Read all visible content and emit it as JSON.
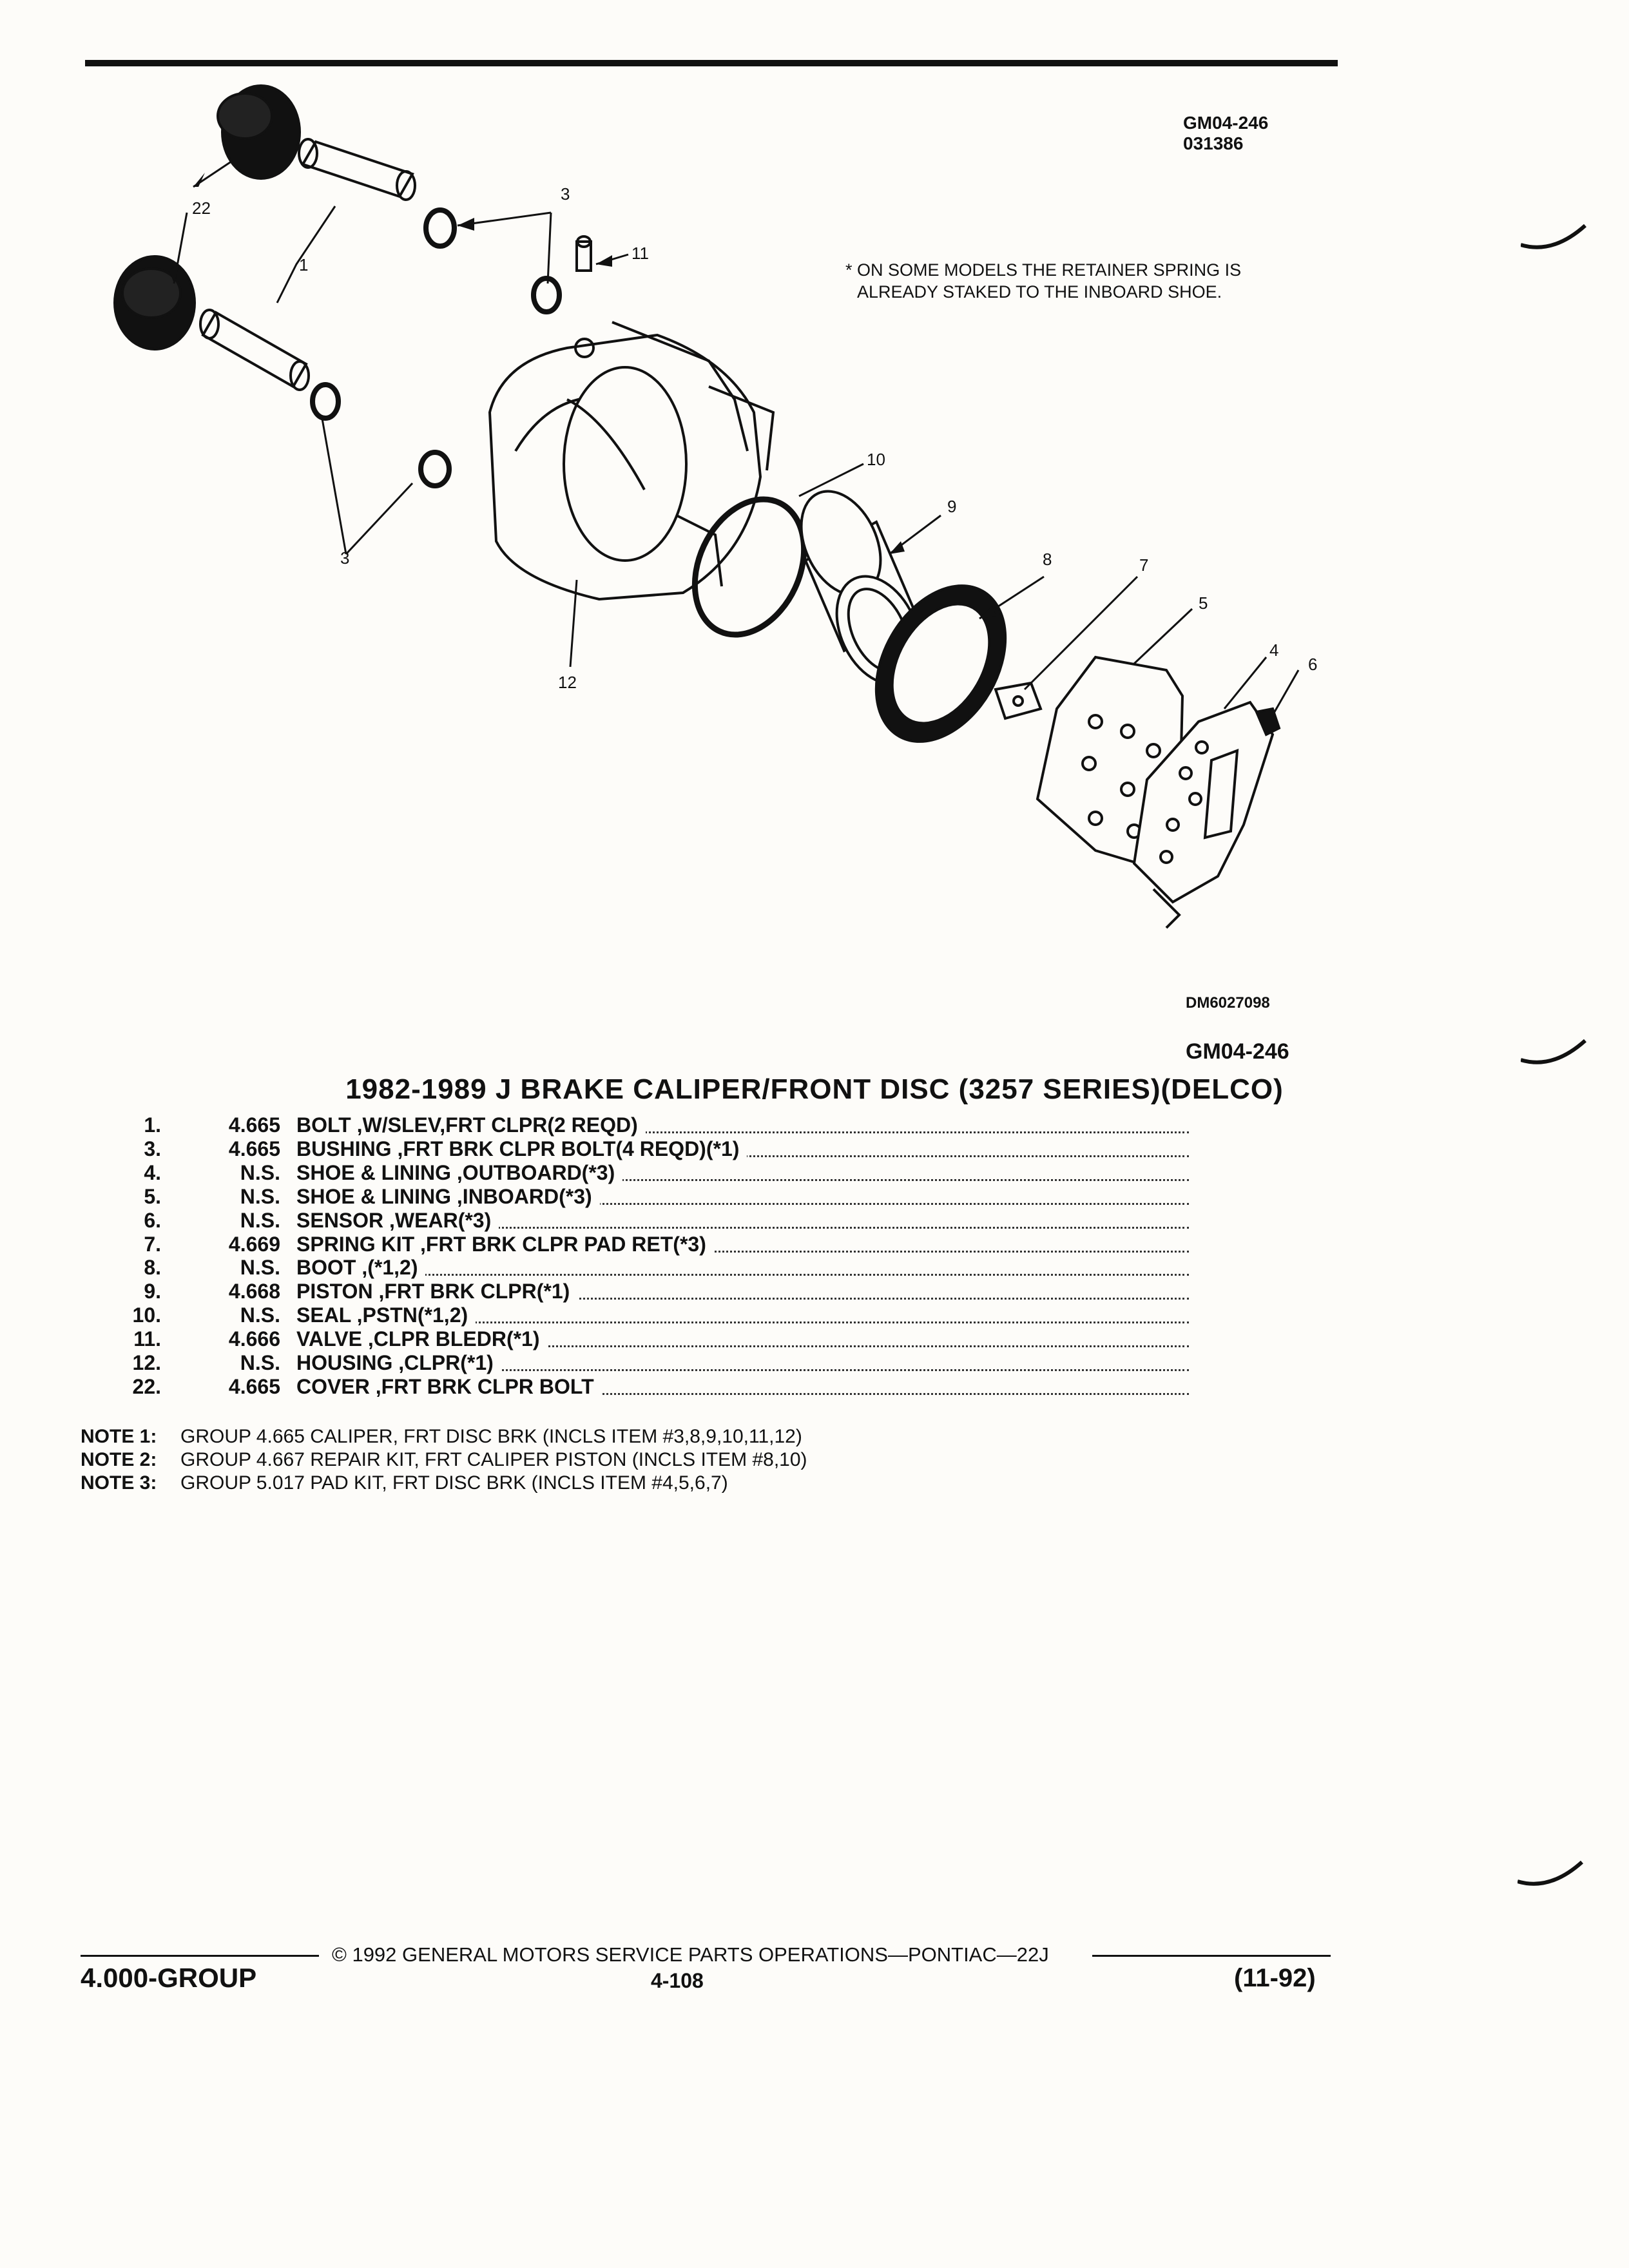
{
  "diagram": {
    "code_top": "GM04-246",
    "code_sub": "031386",
    "asterisk_note": [
      "* ON SOME MODELS THE RETAINER SPRING IS",
      "ALREADY STAKED TO THE INBOARD SHOE."
    ],
    "drawing_id": "DM6027098",
    "code_bottom": "GM04-246",
    "callouts": [
      "22",
      "1",
      "3",
      "11",
      "3",
      "10",
      "9",
      "8",
      "7",
      "5",
      "4",
      "6",
      "12"
    ]
  },
  "title": "1982-1989 J BRAKE CALIPER/FRONT DISC (3257 SERIES)(DELCO)",
  "parts": [
    {
      "num": "1.",
      "group": "4.665",
      "desc": "BOLT ,W/SLEV,FRT CLPR(2 REQD)"
    },
    {
      "num": "3.",
      "group": "4.665",
      "desc": "BUSHING ,FRT BRK CLPR BOLT(4 REQD)(*1)"
    },
    {
      "num": "4.",
      "group": "N.S.",
      "desc": "SHOE & LINING ,OUTBOARD(*3)"
    },
    {
      "num": "5.",
      "group": "N.S.",
      "desc": "SHOE & LINING ,INBOARD(*3)"
    },
    {
      "num": "6.",
      "group": "N.S.",
      "desc": "SENSOR ,WEAR(*3)"
    },
    {
      "num": "7.",
      "group": "4.669",
      "desc": "SPRING KIT ,FRT BRK CLPR PAD RET(*3)"
    },
    {
      "num": "8.",
      "group": "N.S.",
      "desc": "BOOT ,(*1,2)"
    },
    {
      "num": "9.",
      "group": "4.668",
      "desc": "PISTON ,FRT BRK CLPR(*1)"
    },
    {
      "num": "10.",
      "group": "N.S.",
      "desc": "SEAL ,PSTN(*1,2)"
    },
    {
      "num": "11.",
      "group": "4.666",
      "desc": "VALVE ,CLPR BLEDR(*1)"
    },
    {
      "num": "12.",
      "group": "N.S.",
      "desc": "HOUSING ,CLPR(*1)"
    },
    {
      "num": "22.",
      "group": "4.665",
      "desc": "COVER ,FRT BRK CLPR BOLT"
    }
  ],
  "notes": [
    {
      "label": "NOTE 1:",
      "text": "GROUP 4.665 CALIPER, FRT DISC BRK (INCLS ITEM #3,8,9,10,11,12)"
    },
    {
      "label": "NOTE 2:",
      "text": "GROUP 4.667 REPAIR KIT, FRT CALIPER PISTON (INCLS ITEM #8,10)"
    },
    {
      "label": "NOTE 3:",
      "text": "GROUP 5.017 PAD KIT, FRT DISC BRK (INCLS ITEM #4,5,6,7)"
    }
  ],
  "footer": {
    "copyright": "© 1992 GENERAL MOTORS SERVICE PARTS OPERATIONS—PONTIAC—22J",
    "group": "4.000-GROUP",
    "page": "4-108",
    "date": "(11-92)"
  }
}
